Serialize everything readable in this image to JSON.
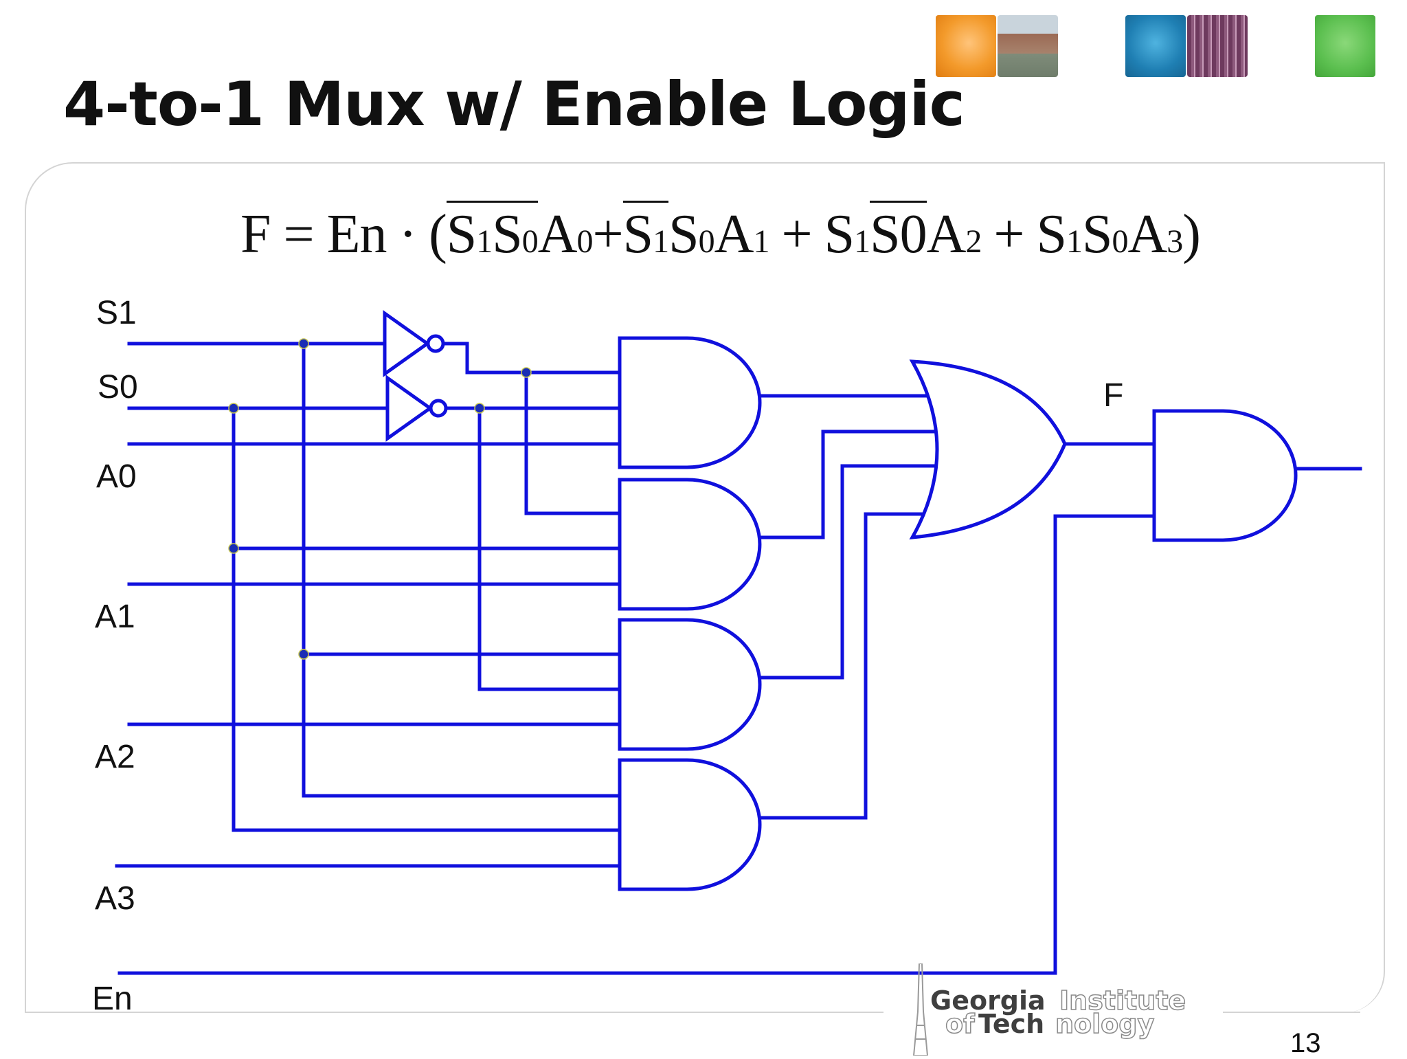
{
  "slide": {
    "title": "4-to-1 Mux w/ Enable Logic",
    "page_number": "13"
  },
  "formula": {
    "lhs": "F = En",
    "dot": "·",
    "open": "(",
    "close": ")",
    "plus": "+",
    "term1": [
      {
        "t": "S",
        "s": "1"
      },
      {
        "t": "S",
        "s": "0"
      },
      {
        "t": "A",
        "s": "0"
      }
    ],
    "term2": [
      {
        "t": "S",
        "s": "1"
      },
      {
        "t": "S",
        "s": "0"
      },
      {
        "t": "A",
        "s": "1"
      }
    ],
    "term3": [
      {
        "t": "S",
        "s": "1"
      },
      {
        "t": "S0",
        "s": ""
      },
      {
        "t": "A",
        "s": "2"
      }
    ],
    "term4": [
      {
        "t": "S",
        "s": "1"
      },
      {
        "t": "S",
        "s": "0"
      },
      {
        "t": "A",
        "s": "3"
      }
    ]
  },
  "circuit": {
    "wire_color": "#1010dd",
    "junction_color": "#1a2db5",
    "inputs": {
      "s1": "S1",
      "s0": "S0",
      "a0": "A0",
      "a1": "A1",
      "a2": "A2",
      "a3": "A3",
      "en": "En"
    },
    "output_label": "F"
  },
  "logo": {
    "georgia": "Georgia",
    "institute": "Institute",
    "of": "of",
    "tech": "Tech",
    "nology": "nology"
  },
  "header_tiles": {
    "colors": [
      "#f39a2b",
      "#1f7fb3",
      "#5bbf4f"
    ],
    "photo_tones": [
      "#8a7a70",
      "#6e3a5e"
    ]
  }
}
